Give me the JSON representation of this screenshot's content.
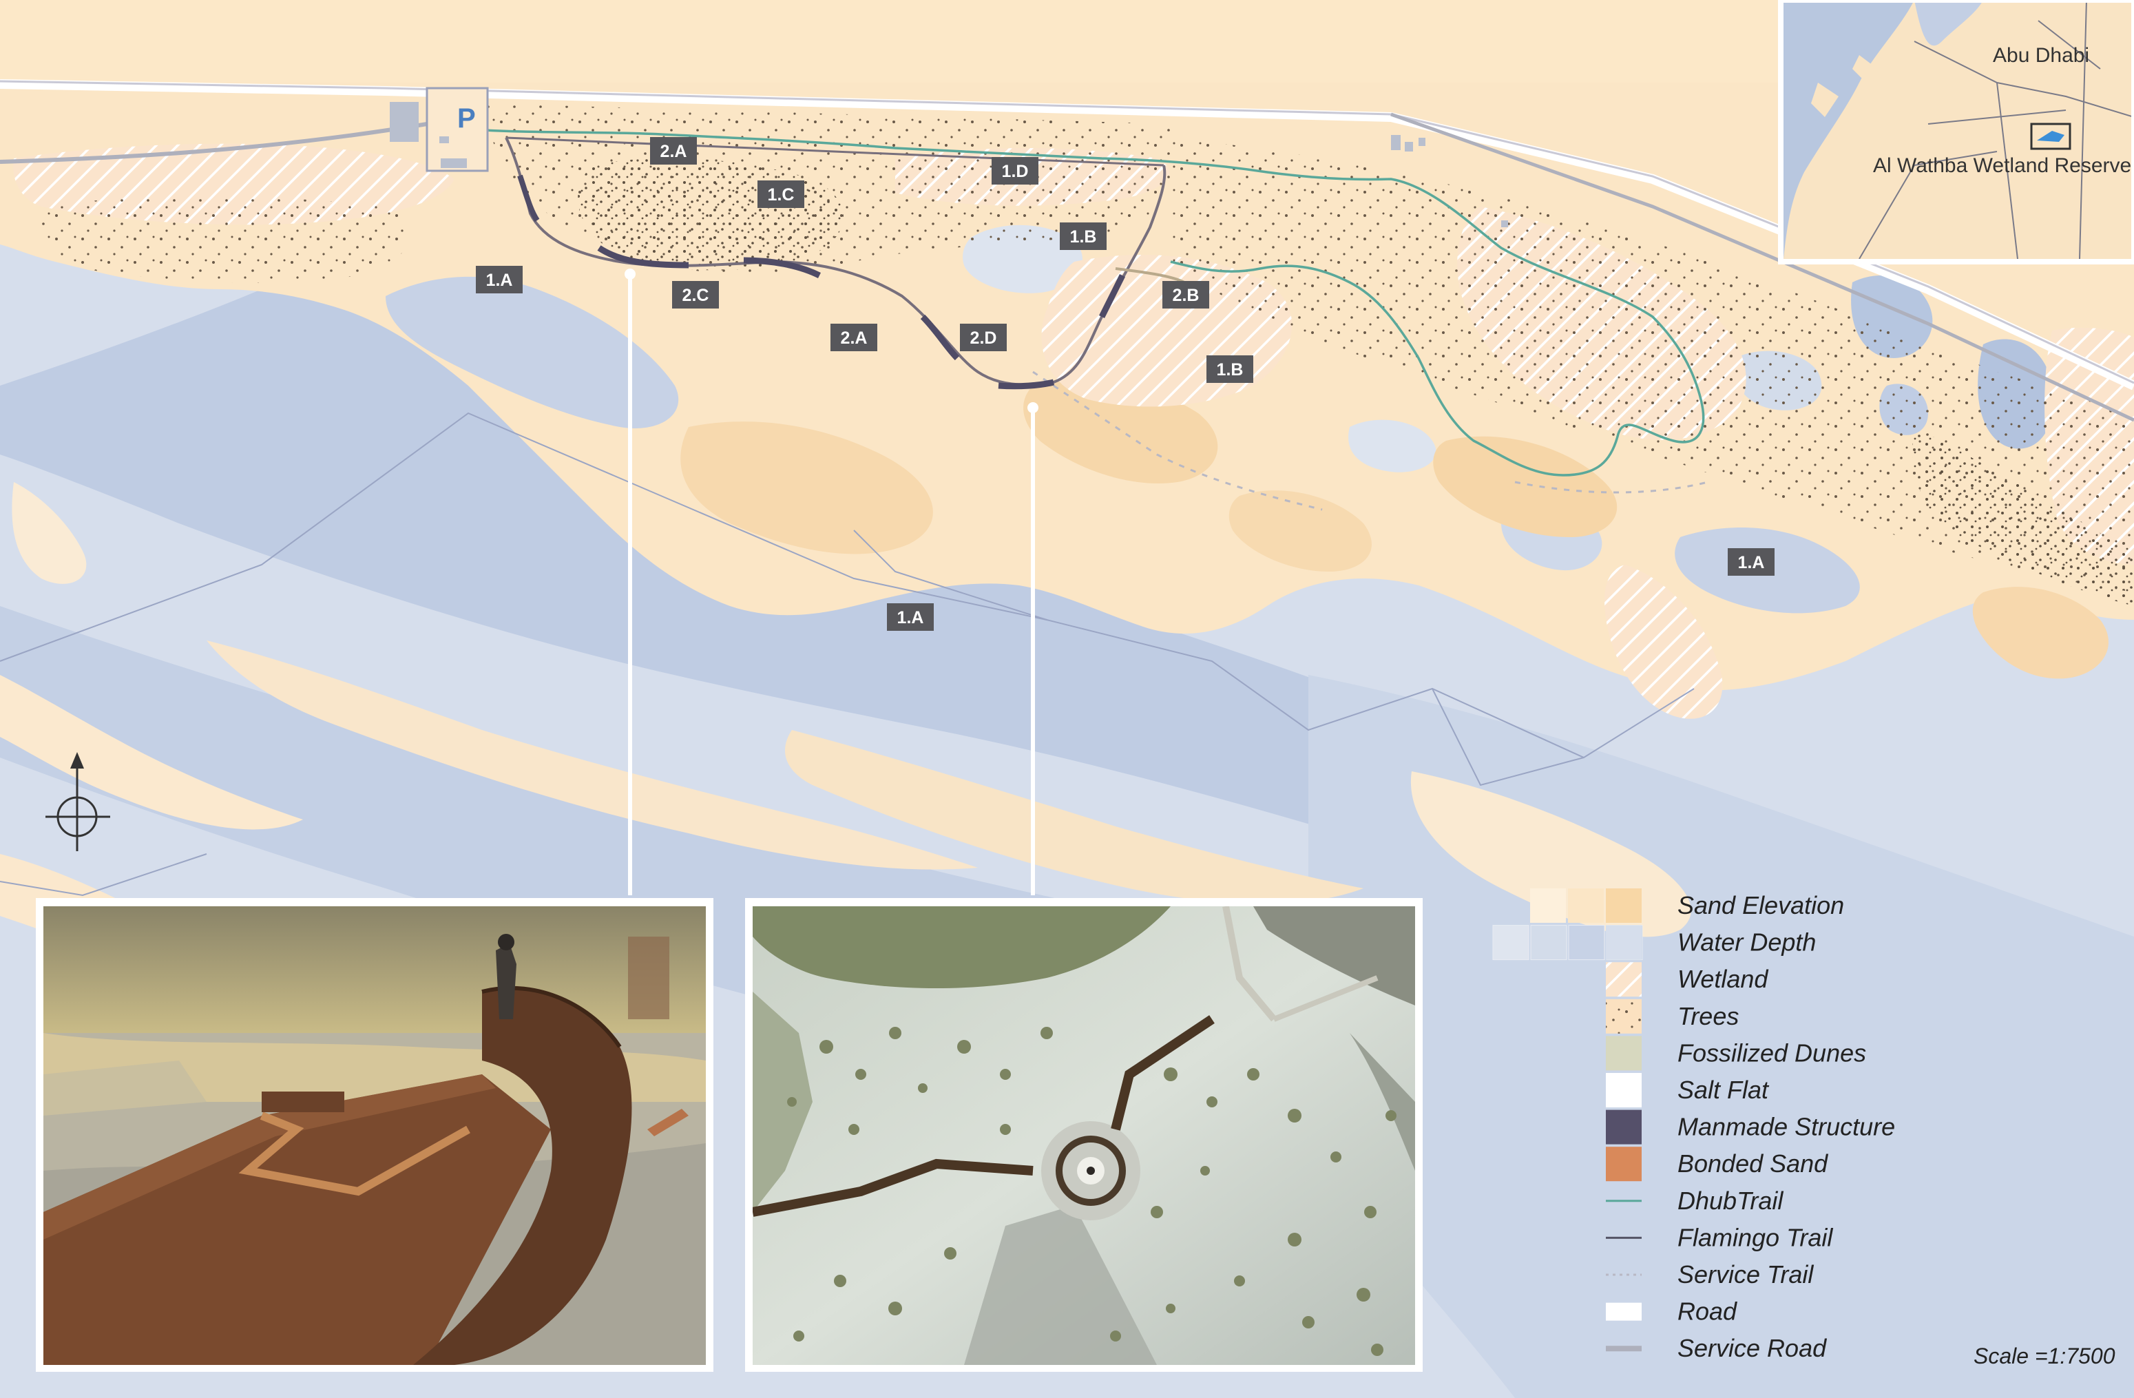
{
  "map": {
    "parking_label": "P",
    "zone_labels": [
      {
        "id": "2a-north",
        "text": "2.A"
      },
      {
        "id": "1c",
        "text": "1.C"
      },
      {
        "id": "1d",
        "text": "1.D"
      },
      {
        "id": "1b-north",
        "text": "1.B"
      },
      {
        "id": "1a-west",
        "text": "1.A"
      },
      {
        "id": "2c",
        "text": "2.C"
      },
      {
        "id": "2b",
        "text": "2.B"
      },
      {
        "id": "2a-south",
        "text": "2.A"
      },
      {
        "id": "2d",
        "text": "2.D"
      },
      {
        "id": "1b-east",
        "text": "1.B"
      },
      {
        "id": "1a-center",
        "text": "1.A"
      },
      {
        "id": "1a-east",
        "text": "1.A"
      }
    ],
    "scale_text": "Scale =1:7500"
  },
  "inset_map": {
    "labels": [
      "Abu Dhabi",
      "Al Wathba Wetland Reserve"
    ]
  },
  "legend": {
    "items": [
      {
        "label": "Sand Elevation",
        "swatch": "#fbe3c4"
      },
      {
        "label": "Water Depth",
        "swatch": "#d3dcea"
      },
      {
        "label": "Wetland",
        "swatch": "#fbe4cc"
      },
      {
        "label": "Trees",
        "swatch": "#fbe1c0"
      },
      {
        "label": "Fossilized Dunes",
        "swatch": "#d7d8bf"
      },
      {
        "label": "Salt Flat",
        "swatch": "#ffffff"
      },
      {
        "label": "Manmade Structure",
        "swatch": "#55506a"
      },
      {
        "label": "Bonded Sand",
        "swatch": "#d9895a"
      },
      {
        "label": "DhubTrail",
        "swatch": "#5aa89a"
      },
      {
        "label": "Flamingo Trail",
        "swatch": "#555566"
      },
      {
        "label": "Service Trail",
        "swatch": "#b8b8c4"
      },
      {
        "label": "Road",
        "swatch": "#ffffff"
      },
      {
        "label": "Service Road",
        "swatch": "#aeb0bc"
      }
    ]
  },
  "colors": {
    "water_deep": "#bccbe2",
    "water_mid": "#cfd9ea",
    "water_light": "#dfe5ef",
    "sand": "#fbe7c8",
    "sand_dark": "#f7d7ac",
    "label_bg": "#57575b",
    "dhub_trail": "#5aa89a",
    "flamingo_trail": "#6a6070",
    "boardwalk": "#4f4b66"
  },
  "photos": {
    "left_icon": "boardwalk-render-photo",
    "right_icon": "aerial-tower-photo"
  }
}
